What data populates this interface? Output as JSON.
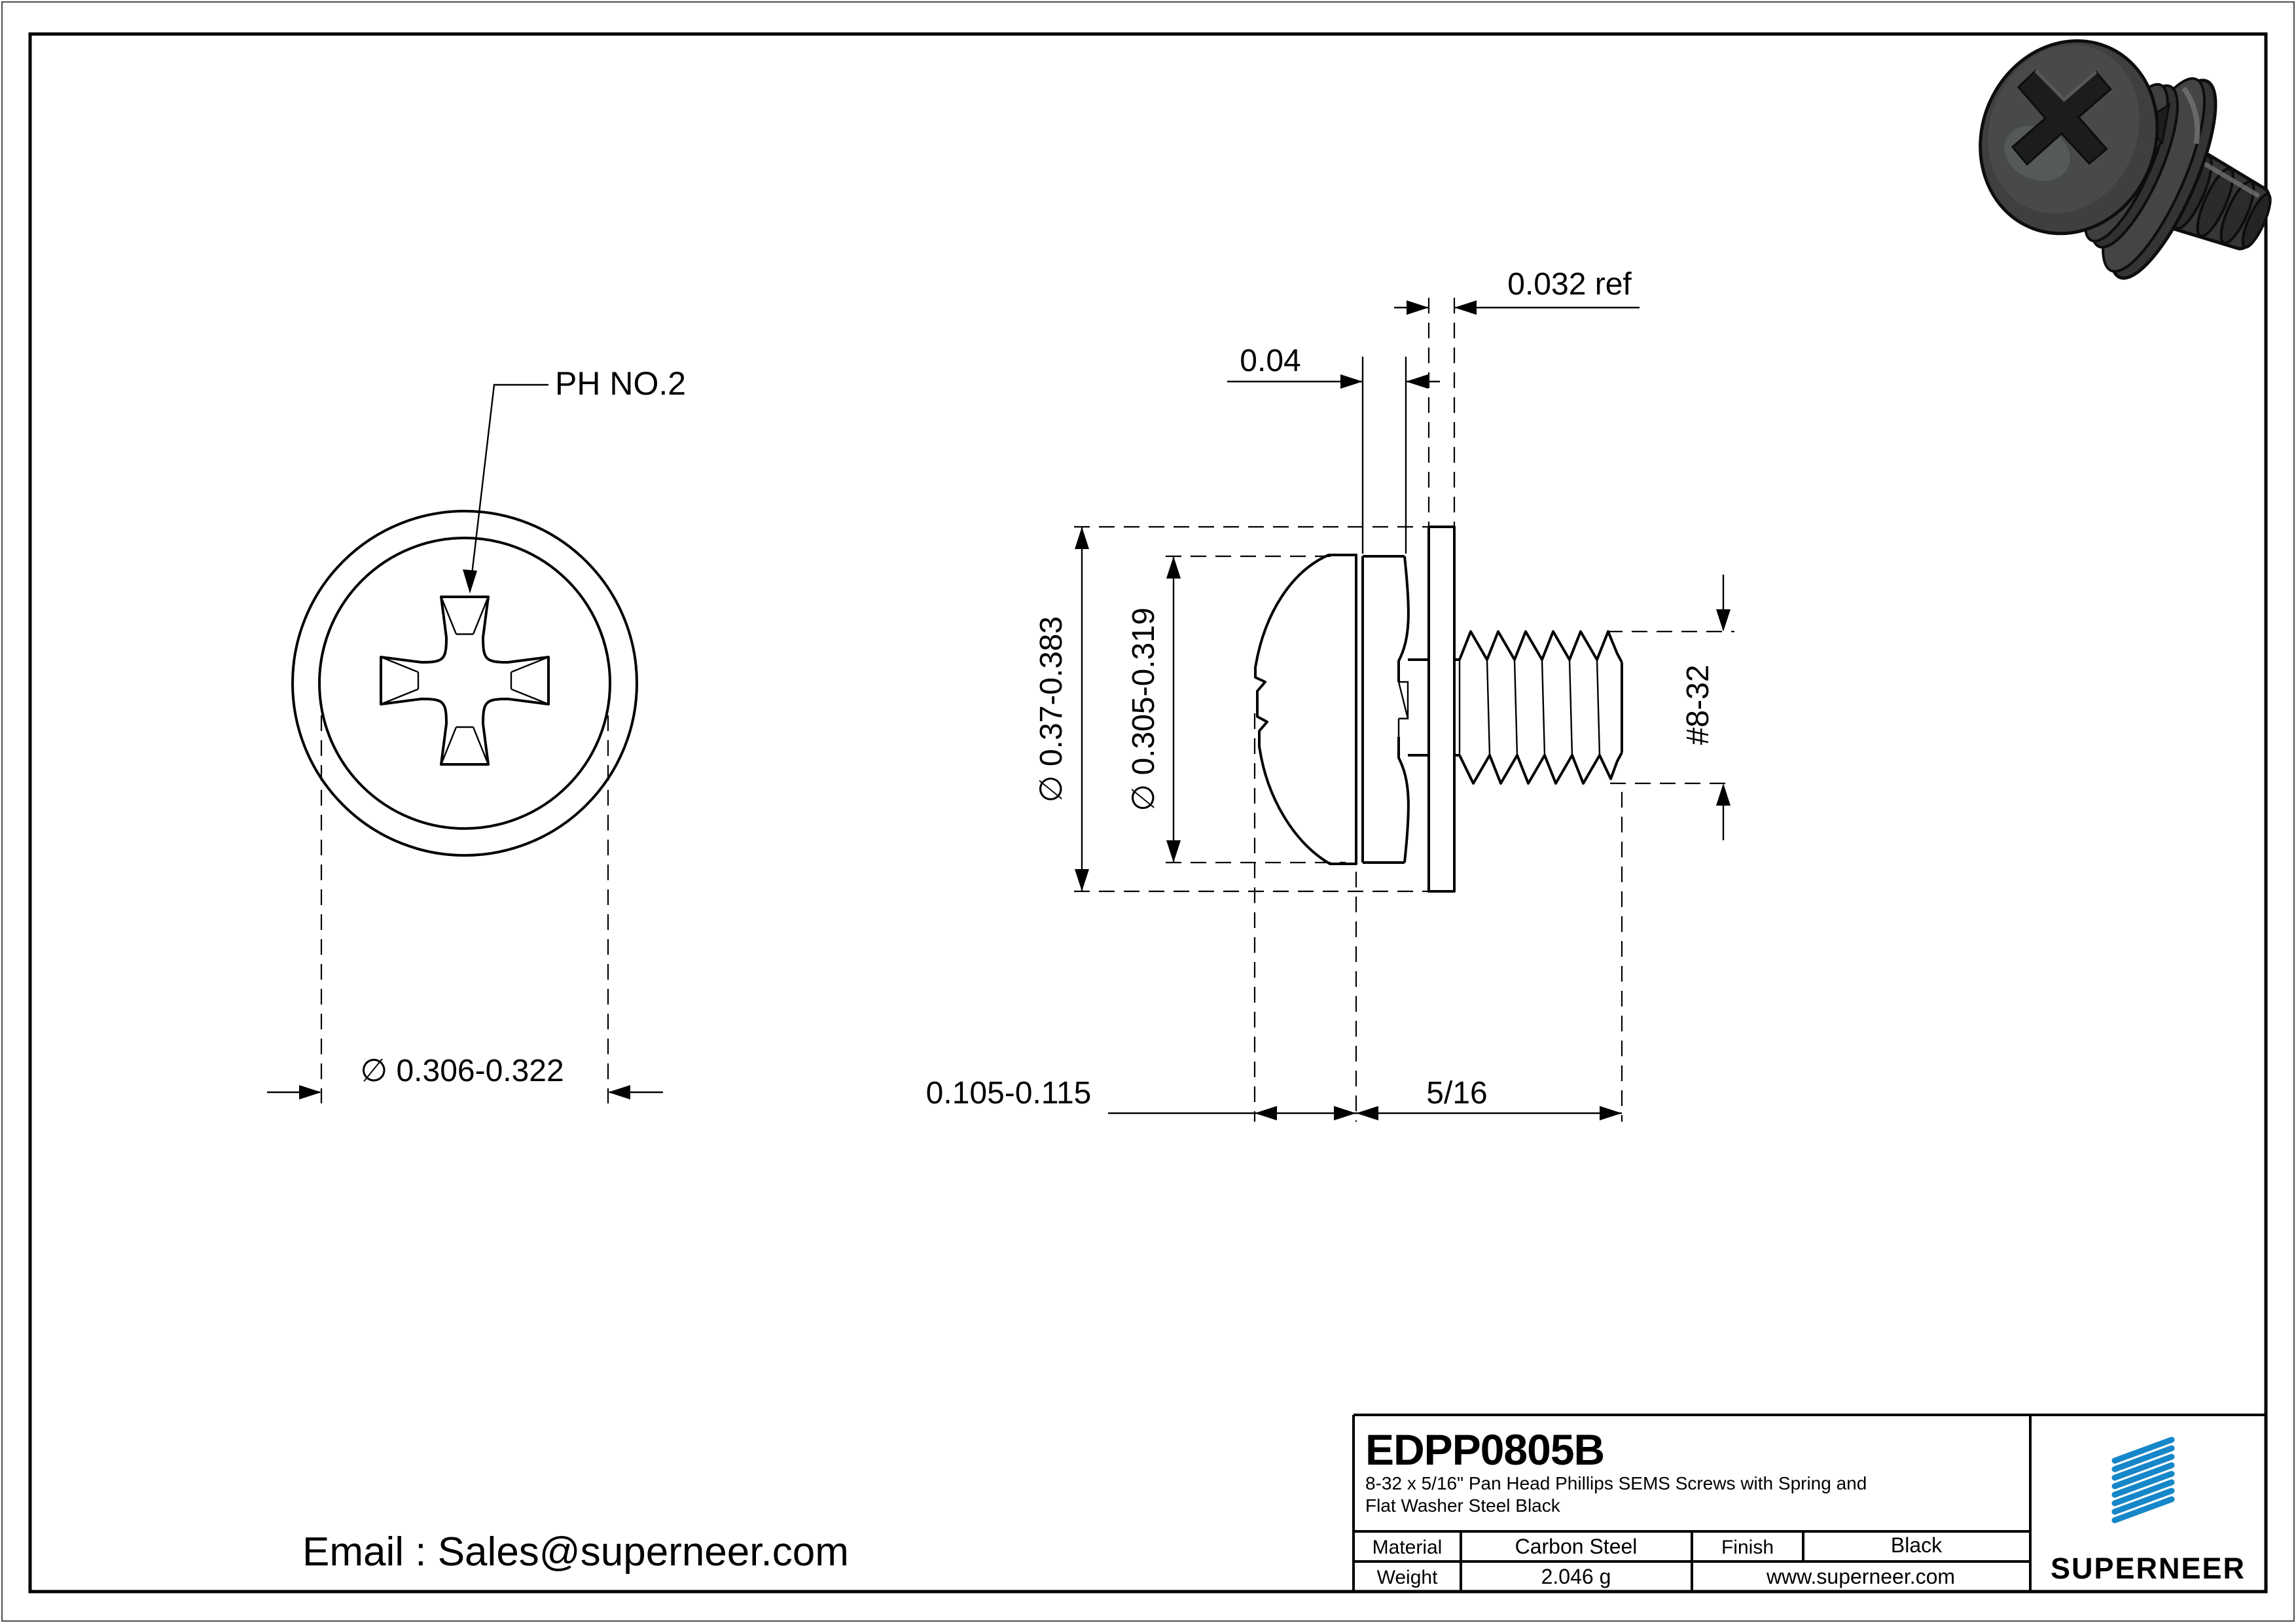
{
  "drawing": {
    "front_view": {
      "recess_label": "PH NO.2",
      "head_diameter": "∅ 0.306-0.322"
    },
    "side_view": {
      "spring_washer_thickness": "0.04",
      "flat_washer_thickness": "0.032 ref",
      "flat_washer_od": "∅ 0.37-0.383",
      "head_od": "∅ 0.305-0.319",
      "thread_size": "#8-32",
      "head_height": "0.105-0.115",
      "thread_length": "5/16"
    }
  },
  "title_block": {
    "part_number": "EDPP0805B",
    "description_line1": "8-32 x 5/16\" Pan Head Phillips SEMS Screws with Spring and",
    "description_line2": "Flat Washer Steel Black",
    "material_label": "Material",
    "material_value": "Carbon Steel",
    "finish_label": "Finish",
    "finish_value": "Black",
    "weight_label": "Weight",
    "weight_value": "2.046 g",
    "website": "www.superneer.com",
    "brand_name": "SUPERNEER"
  },
  "footer": {
    "email": "Email : Sales@superneer.com"
  },
  "colors": {
    "brand_blue": "#1687c8",
    "line": "#000000"
  }
}
